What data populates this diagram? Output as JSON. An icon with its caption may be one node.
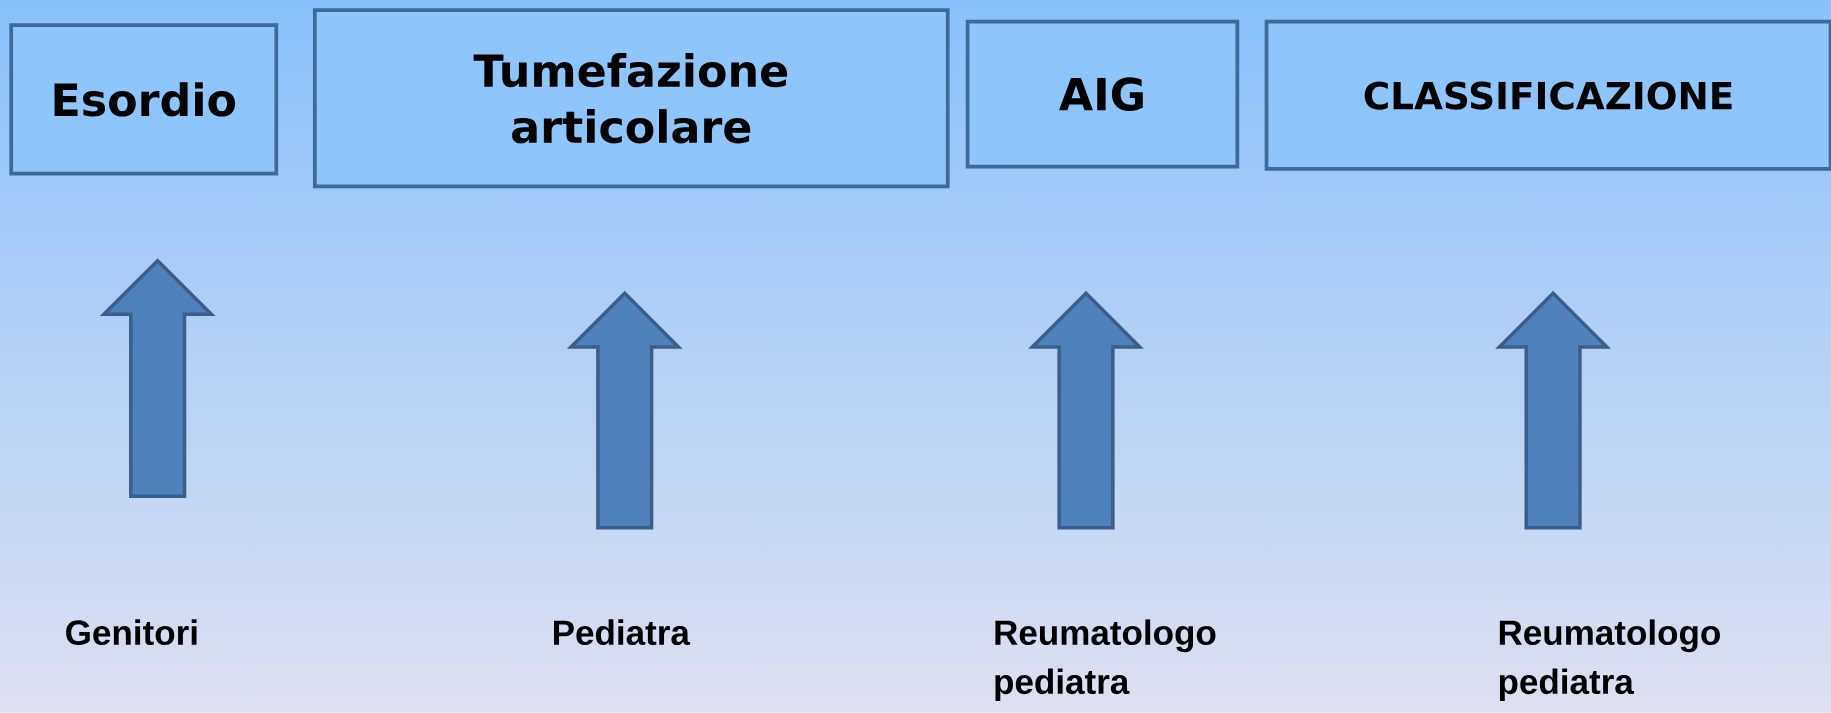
{
  "diagram": {
    "nodes": [
      {
        "text": [
          "Esordio"
        ]
      },
      {
        "text": [
          "Tumefazione articolare"
        ]
      },
      {
        "text": [
          "AIG"
        ]
      },
      {
        "text": [
          "CLASSIFICAZIONE"
        ]
      },
      {
        "text": [
          "Genitori"
        ]
      },
      {
        "text": [
          "Pediatra"
        ]
      },
      {
        "text": [
          "Reumatologo pediatra"
        ]
      },
      {
        "text": [
          "Reumatologo pediatra"
        ]
      }
    ],
    "edges": [
      {
        "from": 4,
        "to": 0,
        "arrow": "to"
      },
      {
        "from": 5,
        "to": 1,
        "arrow": "to"
      },
      {
        "from": 6,
        "to": 2,
        "arrow": "to"
      },
      {
        "from": 7,
        "to": 3,
        "arrow": "to"
      }
    ]
  }
}
